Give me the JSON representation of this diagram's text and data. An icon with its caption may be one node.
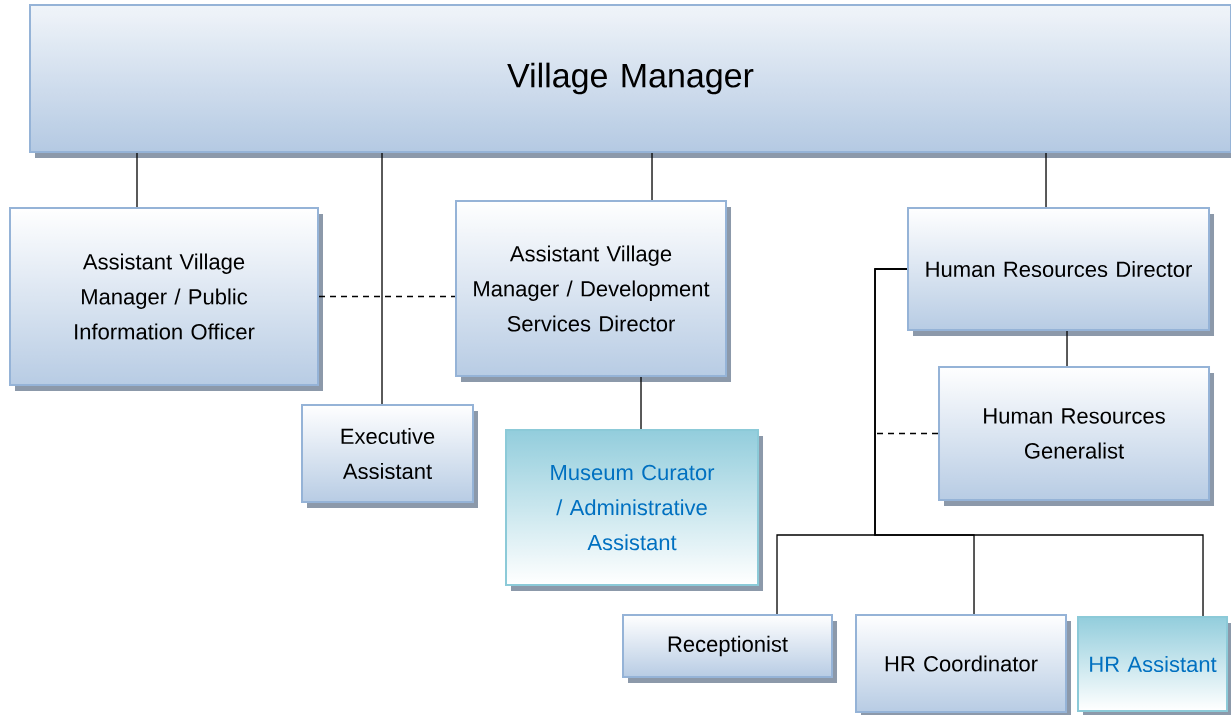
{
  "diagram": {
    "nodes": [
      {
        "text": [
          "Village Manager"
        ]
      },
      {
        "text": [
          "Assistant Village Manager / Public Information Officer"
        ]
      },
      {
        "text": [
          "Executive Assistant"
        ]
      },
      {
        "text": [
          "Assistant Village Manager / Development Services Director"
        ]
      },
      {
        "text": [
          "Museum Curator / Administrative Assistant"
        ]
      },
      {
        "text": [
          "Human Resources Director"
        ]
      },
      {
        "text": [
          "Human Resources Generalist"
        ]
      },
      {
        "text": [
          "Receptionist"
        ]
      },
      {
        "text": [
          "HR Coordinator"
        ]
      },
      {
        "text": [
          "HR Assistant"
        ]
      }
    ],
    "edges": [
      {
        "from": 0,
        "to": 1,
        "arrow": "none"
      },
      {
        "from": 0,
        "to": 2,
        "arrow": "none"
      },
      {
        "from": 0,
        "to": 3,
        "arrow": "none"
      },
      {
        "from": 0,
        "to": 5,
        "arrow": "none"
      },
      {
        "from": 1,
        "to": 3,
        "arrow": "none",
        "style": "dashed"
      },
      {
        "from": 3,
        "to": 4,
        "arrow": "none"
      },
      {
        "from": 5,
        "to": 6,
        "arrow": "none"
      },
      {
        "from": 5,
        "to": 7,
        "arrow": "none"
      },
      {
        "from": 5,
        "to": 8,
        "arrow": "none"
      },
      {
        "from": 5,
        "to": 9,
        "arrow": "none"
      },
      {
        "from": 6,
        "to": null,
        "arrow": "none",
        "style": "dashed"
      }
    ]
  }
}
